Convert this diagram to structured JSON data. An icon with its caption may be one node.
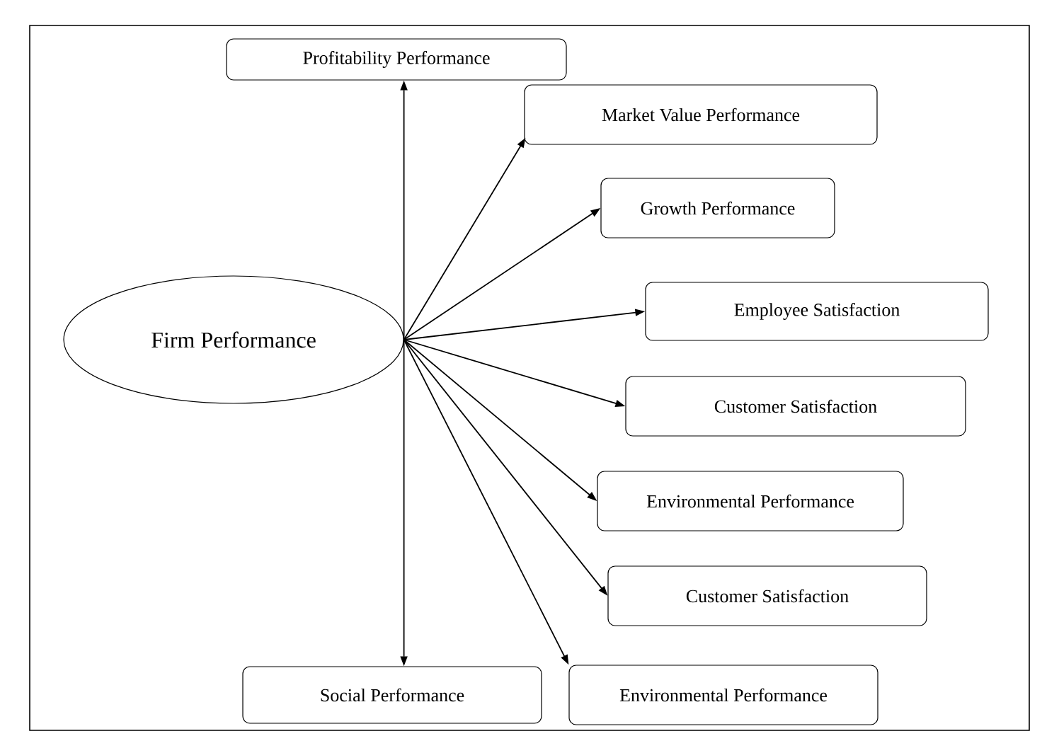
{
  "diagram": {
    "nodes": [
      {
        "text": [
          "Firm Performance"
        ]
      },
      {
        "text": [
          "Profitability Performance"
        ]
      },
      {
        "text": [
          "Market Value Performance"
        ]
      },
      {
        "text": [
          "Growth Performance"
        ]
      },
      {
        "text": [
          "Employee Satisfaction"
        ]
      },
      {
        "text": [
          "Customer Satisfaction"
        ]
      },
      {
        "text": [
          "Environmental Performance"
        ]
      },
      {
        "text": [
          "Customer Satisfaction"
        ]
      },
      {
        "text": [
          "Social Performance"
        ]
      },
      {
        "text": [
          "Environmental Performance"
        ]
      }
    ],
    "edges": [
      {
        "from": 0,
        "to": 1,
        "arrow": "to"
      },
      {
        "from": 0,
        "to": 2,
        "arrow": "to"
      },
      {
        "from": 0,
        "to": 3,
        "arrow": "to"
      },
      {
        "from": 0,
        "to": 4,
        "arrow": "to"
      },
      {
        "from": 0,
        "to": 5,
        "arrow": "to"
      },
      {
        "from": 0,
        "to": 6,
        "arrow": "to"
      },
      {
        "from": 0,
        "to": 7,
        "arrow": "to"
      },
      {
        "from": 0,
        "to": 8,
        "arrow": "to"
      },
      {
        "from": 0,
        "to": 9,
        "arrow": "to"
      }
    ]
  }
}
